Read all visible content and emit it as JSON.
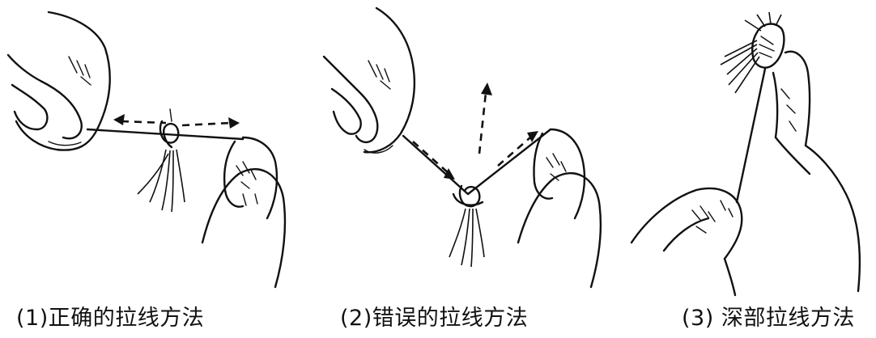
{
  "captions": {
    "correct": "(1)正确的拉线方法",
    "wrong": "(2)错误的拉线方法",
    "deep": "(3) 深部拉线方法"
  }
}
